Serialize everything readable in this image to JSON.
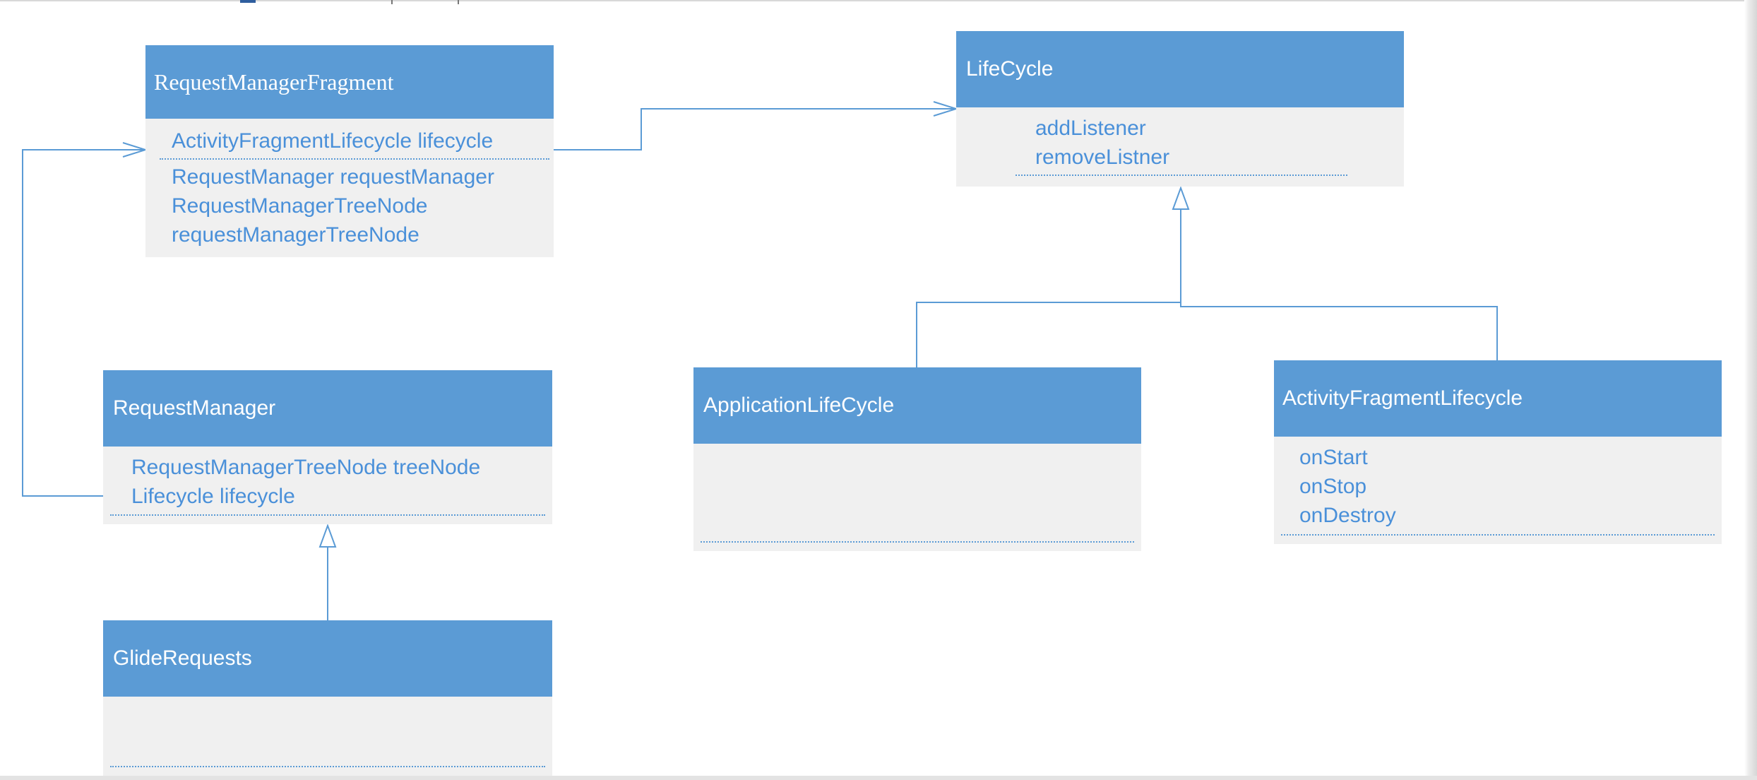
{
  "diagram": {
    "classes": {
      "request_manager_fragment": {
        "name": "RequestManagerFragment",
        "members": [
          "ActivityFragmentLifecycle lifecycle",
          "RequestManager requestManager",
          "RequestManagerTreeNode",
          "requestManagerTreeNode"
        ]
      },
      "lifecycle": {
        "name": "LifeCycle",
        "members": [
          "addListener",
          "removeListner"
        ]
      },
      "request_manager": {
        "name": "RequestManager",
        "members": [
          "RequestManagerTreeNode treeNode",
          "Lifecycle lifecycle"
        ]
      },
      "application_lifecycle": {
        "name": "ApplicationLifeCycle",
        "members": []
      },
      "activity_fragment_lifecycle": {
        "name": "ActivityFragmentLifecycle",
        "members": [
          "onStart",
          "onStop",
          "onDestroy"
        ]
      },
      "glide_requests": {
        "name": "GlideRequests",
        "members": []
      }
    },
    "relations": [
      {
        "from": "RequestManagerFragment",
        "to": "LifeCycle",
        "kind": "association"
      },
      {
        "from": "RequestManager",
        "to": "RequestManagerFragment",
        "kind": "association"
      },
      {
        "from": "ApplicationLifeCycle",
        "to": "LifeCycle",
        "kind": "generalization"
      },
      {
        "from": "ActivityFragmentLifecycle",
        "to": "LifeCycle",
        "kind": "generalization"
      },
      {
        "from": "GlideRequests",
        "to": "RequestManager",
        "kind": "generalization"
      }
    ],
    "colors": {
      "header": "#5b9bd5",
      "body": "#f0f0f0",
      "member_text": "#4a90d9",
      "connector": "#5b9bd5",
      "title_text": "#ffffff"
    }
  }
}
